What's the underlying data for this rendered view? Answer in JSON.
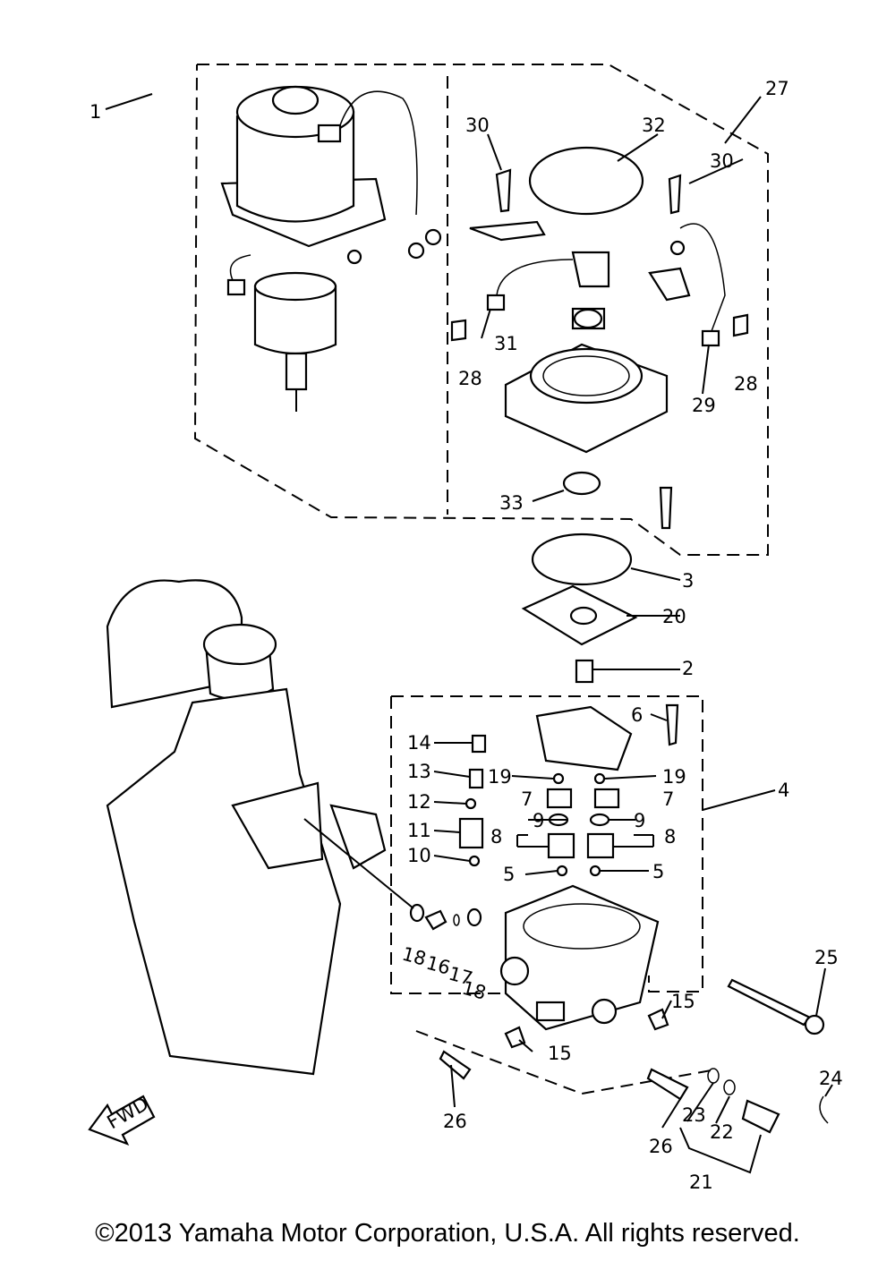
{
  "callouts": [
    "1",
    "2",
    "3",
    "4",
    "5",
    "5",
    "6",
    "7",
    "7",
    "8",
    "8",
    "9",
    "9",
    "10",
    "11",
    "12",
    "13",
    "14",
    "15",
    "15",
    "16",
    "17",
    "18",
    "18",
    "19",
    "19",
    "20",
    "21",
    "22",
    "23",
    "24",
    "25",
    "26",
    "26",
    "27",
    "28",
    "28",
    "29",
    "30",
    "30",
    "31",
    "32",
    "33"
  ],
  "fwd_label": "FWD",
  "copyright": "©2013 Yamaha Motor Corporation, U.S.A. All rights reserved."
}
